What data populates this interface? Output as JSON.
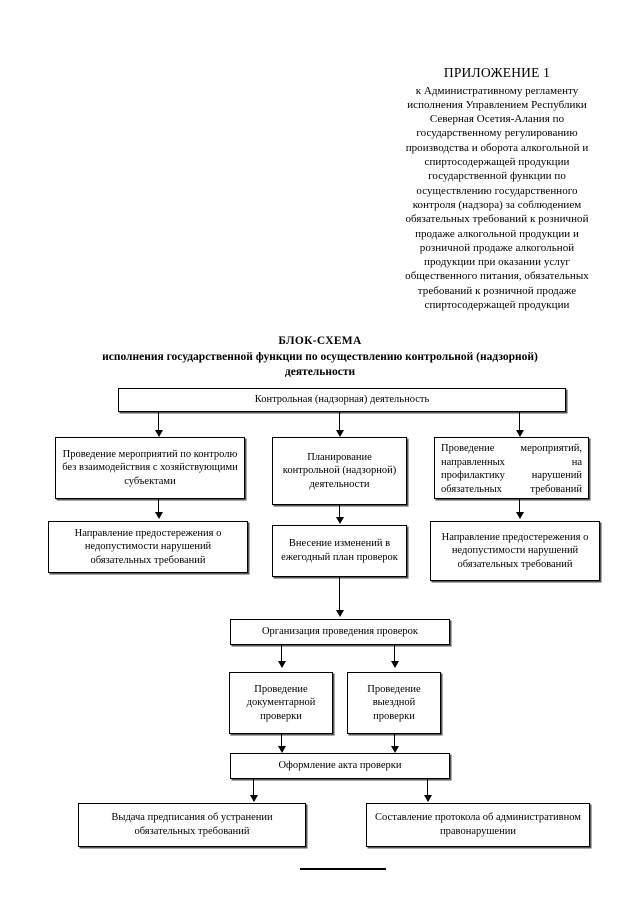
{
  "header": {
    "title": "ПРИЛОЖЕНИЕ 1",
    "lines": [
      "к Административному регламенту",
      "исполнения Управлением Республики",
      "Северная Осетия-Алания по",
      "государственному регулированию",
      "производства и оборота алкогольной и",
      "спиртосодержащей продукции",
      "государственной функции по",
      "осуществлению государственного",
      "контроля (надзора) за соблюдением",
      "обязательных требований к розничной",
      "продаже алкогольной продукции и",
      "розничной продаже алкогольной",
      "продукции при оказании услуг",
      "общественного питания, обязательных",
      "требований к розничной продаже",
      "спиртосодержащей продукции"
    ]
  },
  "doc_title": {
    "line1": "БЛОК-СХЕМА",
    "line2": "исполнения государственной функции по осуществлению контрольной (надзорной)",
    "line3": "деятельности"
  },
  "flowchart": {
    "type": "flowchart",
    "nodes": [
      {
        "id": "root",
        "label": "Контрольная (надзорная) деятельность"
      },
      {
        "id": "branch-left-1",
        "label": "Проведение мероприятий по контролю без взаимодействия с хозяйствующими субъектами"
      },
      {
        "id": "branch-center-1",
        "label": "Планирование контрольной (надзорной) деятельности"
      },
      {
        "id": "branch-right-1",
        "label": "Проведение мероприятий, направленных на профилактику нарушений обязательных требований"
      },
      {
        "id": "branch-left-2",
        "label": "Направление предостережения о недопустимости нарушений обязательных требований"
      },
      {
        "id": "branch-center-2",
        "label": "Внесение изменений в ежегодный план проверок"
      },
      {
        "id": "branch-right-2",
        "label": "Направление предостережения о недопустимости нарушений обязательных требований"
      },
      {
        "id": "organization",
        "label": "Организация проведения проверок"
      },
      {
        "id": "check-doc",
        "label": "Проведение документарной проверки"
      },
      {
        "id": "check-field",
        "label": "Проведение выездной проверки"
      },
      {
        "id": "act",
        "label": "Оформление акта проверки"
      },
      {
        "id": "result-left",
        "label": "Выдача предписания об устранении обязательных требований"
      },
      {
        "id": "result-right",
        "label": "Составление протокола об административном правонарушении"
      }
    ]
  }
}
